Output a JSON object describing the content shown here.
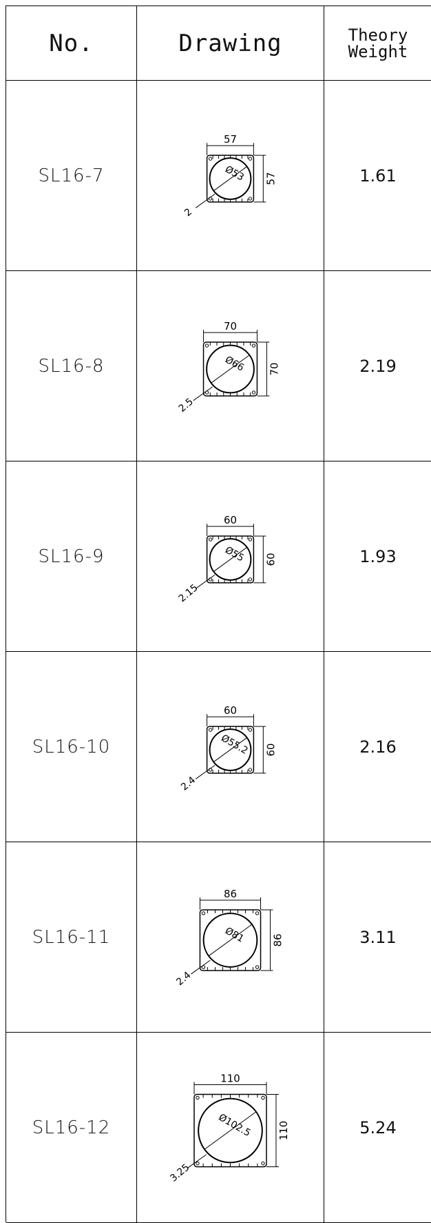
{
  "header": {
    "no": "No.",
    "drawing": "Drawing",
    "weight_line1": "Theory",
    "weight_line2": "Weight"
  },
  "rows": [
    {
      "no": "SL16-7",
      "width": "57",
      "height": "57",
      "diameter": "Ø53",
      "thickness": "2",
      "weight": "1.61"
    },
    {
      "no": "SL16-8",
      "width": "70",
      "height": "70",
      "diameter": "Ø66",
      "thickness": "2.5",
      "weight": "2.19"
    },
    {
      "no": "SL16-9",
      "width": "60",
      "height": "60",
      "diameter": "Ø55",
      "thickness": "2.15",
      "weight": "1.93"
    },
    {
      "no": "SL16-10",
      "width": "60",
      "height": "60",
      "diameter": "Ø55.2",
      "thickness": "2.4",
      "weight": "2.16"
    },
    {
      "no": "SL16-11",
      "width": "86",
      "height": "86",
      "diameter": "Ø81",
      "thickness": "2.4",
      "weight": "3.11"
    },
    {
      "no": "SL16-12",
      "width": "110",
      "height": "110",
      "diameter": "Ø102.5",
      "thickness": "3.25",
      "weight": "5.24"
    }
  ]
}
